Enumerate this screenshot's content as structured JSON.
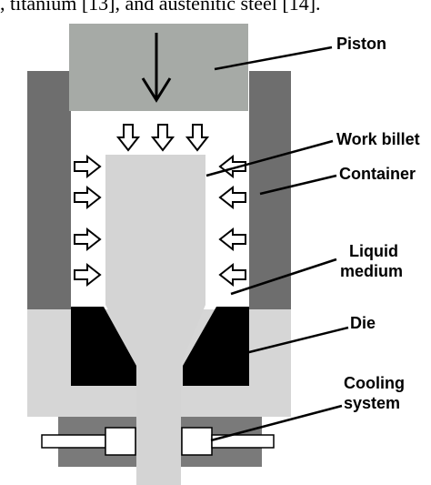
{
  "caption": ", titanium [13], and austenitic steel [14].",
  "labels": {
    "piston": "Piston",
    "work_billet": "Work billet",
    "container": "Container",
    "liquid_medium_line1": "Liquid",
    "liquid_medium_line2": "medium",
    "die": "Die",
    "cooling_line1": "Cooling",
    "cooling_line2": "system"
  },
  "colors": {
    "container": "#6e6e6e",
    "piston": "#a6aaa6",
    "die_housing": "#d6d6d6",
    "die": "#000000",
    "billet": "#d4d4d4",
    "cooling_housing": "#7a7a7a",
    "liquid": "#ffffff"
  }
}
